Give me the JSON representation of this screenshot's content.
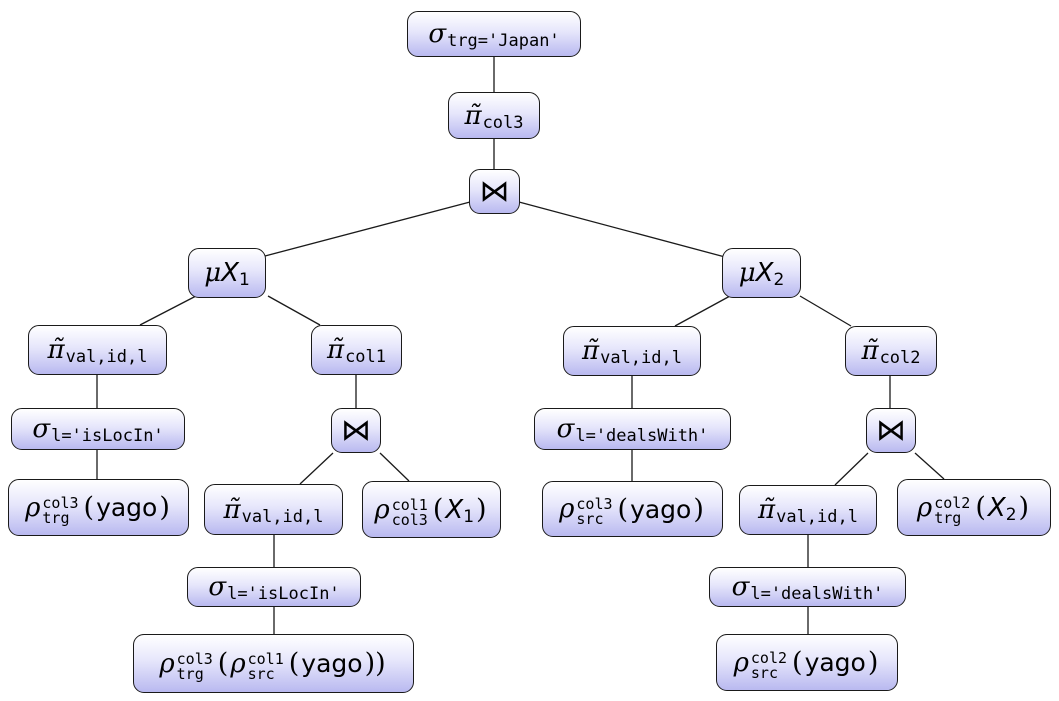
{
  "nodes": {
    "n_root": {
      "sym": "σ",
      "sub": "trg='Japan'"
    },
    "n_proj3": {
      "sym": "π̃",
      "sub": "col3"
    },
    "n_join": {
      "sym": "⋈"
    },
    "n_mux1": {
      "sym": "μ",
      "var": "X",
      "var_sub": "1"
    },
    "n_mux2": {
      "sym": "μ",
      "var": "X",
      "var_sub": "2"
    },
    "n_pa": {
      "sym": "π̃",
      "sub": "val,id,l"
    },
    "n_pcol1": {
      "sym": "π̃",
      "sub": "col1"
    },
    "n_pb": {
      "sym": "π̃",
      "sub": "val,id,l"
    },
    "n_pcol2": {
      "sym": "π̃",
      "sub": "col2"
    },
    "n_sa": {
      "sym": "σ",
      "sub": "l='isLocIn'"
    },
    "n_joinl": {
      "sym": "⋈"
    },
    "n_sb": {
      "sym": "σ",
      "sub": "l='dealsWith'"
    },
    "n_joinr": {
      "sym": "⋈"
    },
    "n_ra": {
      "sym": "ρ",
      "sup": "col3",
      "sub": "trg",
      "arg": "yago"
    },
    "n_pc": {
      "sym": "π̃",
      "sub": "val,id,l"
    },
    "n_rx1": {
      "sym": "ρ",
      "sup": "col1",
      "sub": "col3",
      "arg_var": "X",
      "arg_var_sub": "1"
    },
    "n_rb": {
      "sym": "ρ",
      "sup": "col3",
      "sub": "src",
      "arg": "yago"
    },
    "n_pd": {
      "sym": "π̃",
      "sub": "val,id,l"
    },
    "n_rx2": {
      "sym": "ρ",
      "sup": "col2",
      "sub": "trg",
      "arg_var": "X",
      "arg_var_sub": "2"
    },
    "n_sc": {
      "sym": "σ",
      "sub": "l='isLocIn'"
    },
    "n_sd": {
      "sym": "σ",
      "sub": "l='dealsWith'"
    },
    "n_rc": {
      "sym": "ρ",
      "sup": "col3",
      "sub": "trg",
      "inner_sym": "ρ",
      "inner_sup": "col1",
      "inner_sub": "src",
      "arg": "yago"
    },
    "n_rd": {
      "sym": "ρ",
      "sup": "col2",
      "sub": "src",
      "arg": "yago"
    }
  }
}
